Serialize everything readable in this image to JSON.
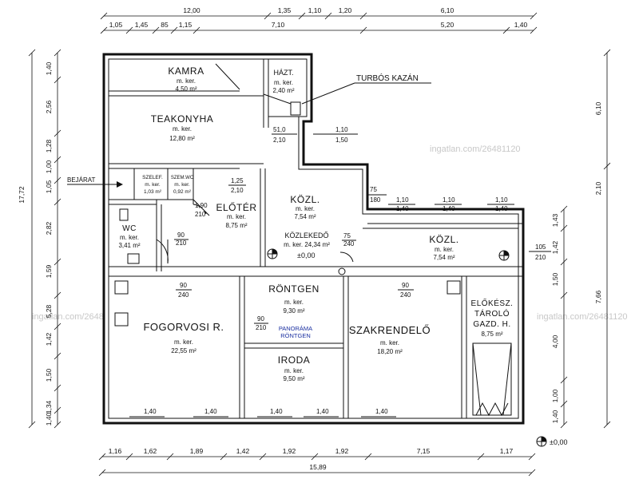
{
  "rooms": {
    "kamra": {
      "name": "KAMRA",
      "kind": "m. ker.",
      "area": "4,50 m²"
    },
    "hazt": {
      "name": "HÁZT.",
      "kind": "m. ker.",
      "area": "2,40 m²"
    },
    "teakonyha": {
      "name": "TEAKONYHA",
      "kind": "m. ker.",
      "area": "12,80 m²"
    },
    "szelef": {
      "name": "SZELEF.",
      "kind": "m. ker.",
      "area": "1,03 m²"
    },
    "szemwc": {
      "name": "SZEM.WC",
      "kind": "m. ker.",
      "area": "0,92 m²"
    },
    "wc": {
      "name": "WC",
      "kind": "m. ker.",
      "area": "3,41 m²"
    },
    "eloter": {
      "name": "ELŐTÉR",
      "kind": "m. ker.",
      "area": "8,75 m²"
    },
    "kozl1": {
      "name": "KÖZL.",
      "kind": "m. ker.",
      "area": "7,54 m²"
    },
    "kozlekedo": {
      "name": "KÖZLEKEDŐ",
      "kind": "m. ker. 24,34 m²",
      "level": "±0,00"
    },
    "kozl2": {
      "name": "KÖZL.",
      "kind": "m. ker.",
      "area": "7,54 m²"
    },
    "fogorvosi": {
      "name": "FOGORVOSI R.",
      "kind": "m. ker.",
      "area": "22,55 m²"
    },
    "rontgen": {
      "name": "RÖNTGEN",
      "kind": "m. ker.",
      "area": "9,30 m²",
      "note1": "PANORÁMA",
      "note2": "RÖNTGEN"
    },
    "iroda": {
      "name": "IRODA",
      "kind": "m. ker.",
      "area": "9,50 m²"
    },
    "szakrendelo": {
      "name": "SZAKRENDELŐ",
      "kind": "m. ker.",
      "area": "18,20 m²"
    },
    "elokesz": {
      "name1": "ELŐKÉSZ.",
      "name2": "TÁROLÓ",
      "name3": "GAZD. H.",
      "area": "8,75 m²"
    }
  },
  "labels": {
    "turbos": "TURBÓS KAZÁN",
    "bejarat": "BEJÁRAT",
    "outside_level": "±0,00",
    "watermark": "ingatlan.com/26481120"
  },
  "dims": {
    "top1": [
      "12,00",
      "1,35",
      "1,10",
      "1,20",
      "6,10"
    ],
    "top2": [
      "1,05",
      "1,45",
      "85",
      "1,15",
      "7,10",
      "5,20",
      "1,40"
    ],
    "left": [
      "1,40",
      "2,56",
      "1,28",
      "1,00",
      "1,05",
      "2,82",
      "1,59",
      "5,28",
      "1,42",
      "1,50",
      "1,34",
      "1,40"
    ],
    "left_total": "17,72",
    "right": [
      "6,10",
      "2,10",
      "1,43",
      "1,42",
      "1,50",
      "4,00",
      "1,00",
      "1,40"
    ],
    "right_total": "7,66",
    "bottom1": [
      "1,16",
      "1,62",
      "1,89",
      "1,42",
      "1,92",
      "1,92",
      "7,15",
      "1,17"
    ],
    "bottom_total": "15,89"
  },
  "openings": {
    "o1": [
      "51,0",
      "2,10"
    ],
    "o2": [
      "1,10",
      "1,50"
    ],
    "o3": [
      "1,25",
      "2,10"
    ],
    "o4": [
      "1,90",
      "210"
    ],
    "o5": [
      "90",
      "210"
    ],
    "o6": [
      "75",
      "180"
    ],
    "o7": [
      "75",
      "240"
    ],
    "o8": [
      "1,10",
      "1,40"
    ],
    "o9": [
      "1,10",
      "1,40"
    ],
    "o10": [
      "1,10",
      "1,40"
    ],
    "o11": [
      "105",
      "210"
    ],
    "o12": [
      "90",
      "240"
    ],
    "o13": [
      "90",
      "240"
    ],
    "o14": [
      "90",
      "210"
    ],
    "w1": "1,40",
    "w2": "1,40",
    "w3": "1,40",
    "w4": "1,40",
    "w5": "1,40"
  }
}
